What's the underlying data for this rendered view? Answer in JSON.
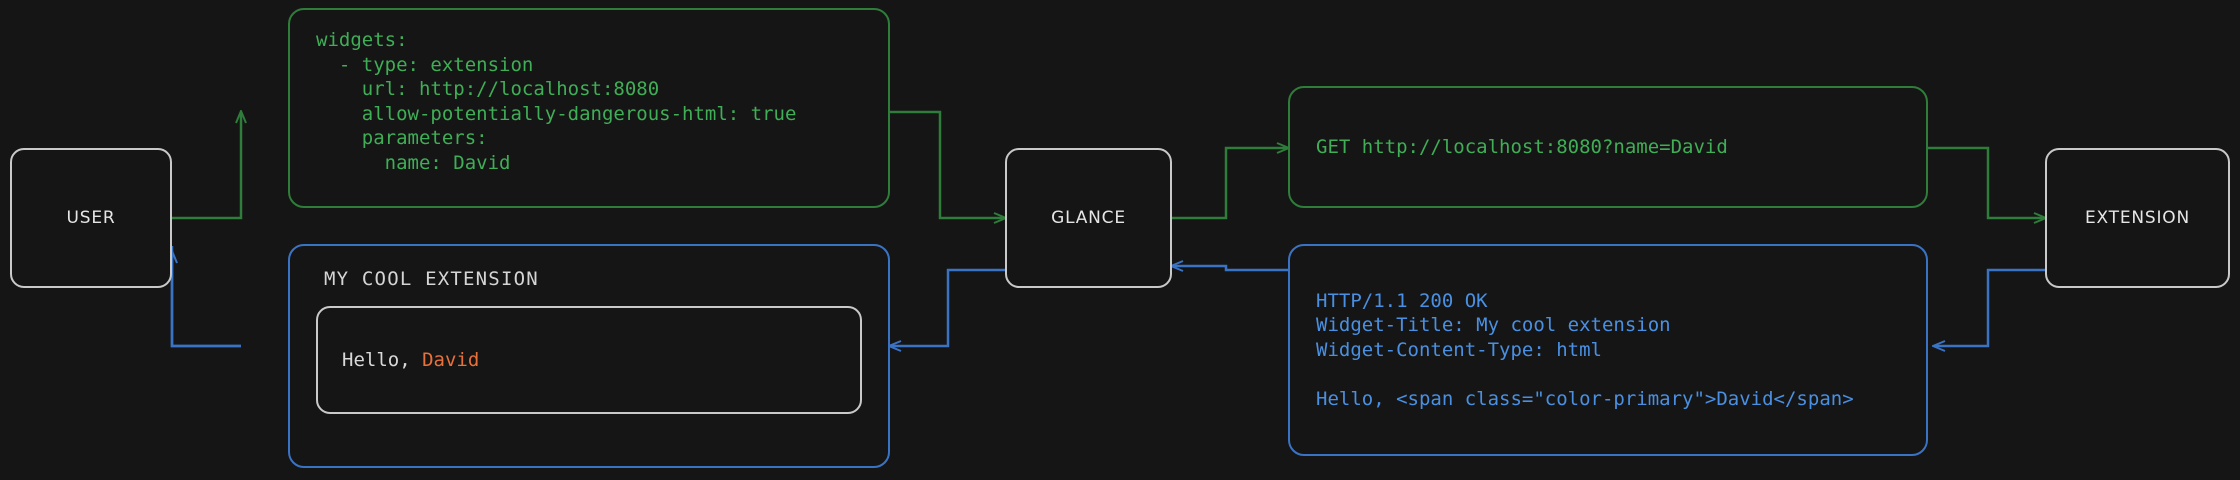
{
  "theme": {
    "background": "#151515",
    "node_border": "#c9c9c9",
    "request_color": "#3fae56",
    "request_border": "#2f7d3a",
    "response_color": "#4a90e2",
    "response_border": "#3b73c4",
    "accent": "#e8703a",
    "text": "#e6e6e6"
  },
  "nodes": {
    "user": "USER",
    "glance": "GLANCE",
    "extension": "EXTENSION"
  },
  "config_bubble": {
    "code": "widgets:\n  - type: extension\n    url: http://localhost:8080\n    allow-potentially-dangerous-html: true\n    parameters:\n      name: David"
  },
  "request_bubble": {
    "code": "GET http://localhost:8080?name=David"
  },
  "response_bubble": {
    "code": "HTTP/1.1 200 OK\nWidget-Title: My cool extension\nWidget-Content-Type: html\n\nHello, <span class=\"color-primary\">David</span>"
  },
  "widget_preview": {
    "title": "MY COOL EXTENSION",
    "greeting_prefix": "Hello, ",
    "greeting_name": "David"
  },
  "arrows": {
    "user_to_glance": "request-arrow-user-glance",
    "glance_to_extension": "request-arrow-glance-extension",
    "extension_to_glance": "response-arrow-extension-glance",
    "glance_to_user": "response-arrow-glance-user"
  }
}
